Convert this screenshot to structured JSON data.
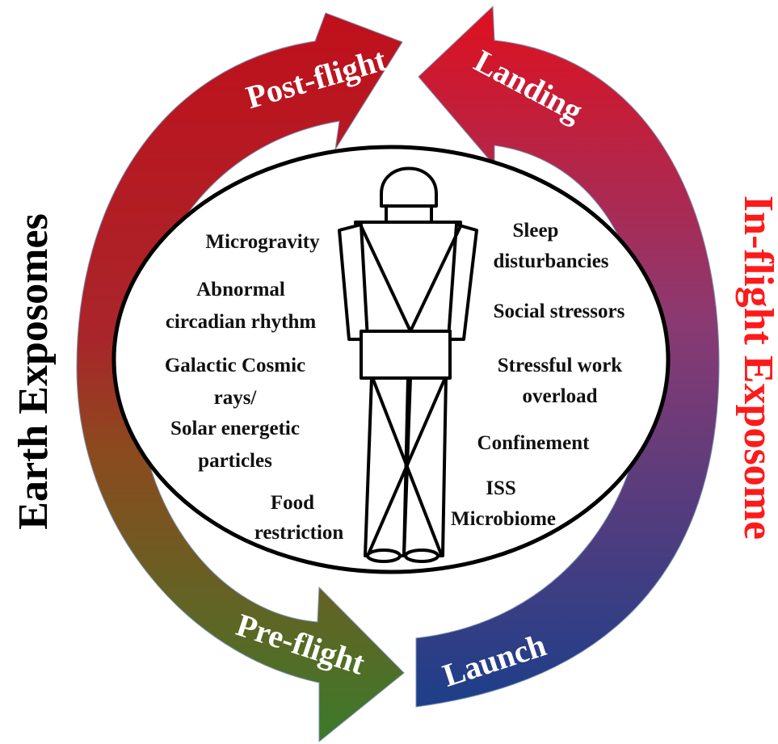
{
  "side_labels": {
    "earth": "Earth Exposomes",
    "inflight": "In-flight Exposome"
  },
  "phases": {
    "post_flight": "Post-flight",
    "landing": "Landing",
    "pre_flight": "Pre-flight",
    "launch": "Launch"
  },
  "left_factors": {
    "microgravity": "Microgravity",
    "abnormal_line1": "Abnormal",
    "abnormal_line2": "circadian rhythm",
    "cosmic_line1": "Galactic Cosmic",
    "cosmic_line2": "rays/",
    "cosmic_line3": "Solar energetic",
    "cosmic_line4": "particles",
    "food_line1": "Food",
    "food_line2": "restriction"
  },
  "right_factors": {
    "sleep_line1": "Sleep",
    "sleep_line2": "disturbancies",
    "social": "Social stressors",
    "work_line1": "Stressful work",
    "work_line2": "overload",
    "confinement": "Confinement",
    "iss_line1": "ISS",
    "iss_line2": "Microbiome"
  },
  "colors": {
    "red": "#b5121b",
    "green": "#3e7a2a",
    "blue": "#1c3f8a",
    "inflight_text": "#ff1a1a",
    "earth_text": "#000000"
  }
}
